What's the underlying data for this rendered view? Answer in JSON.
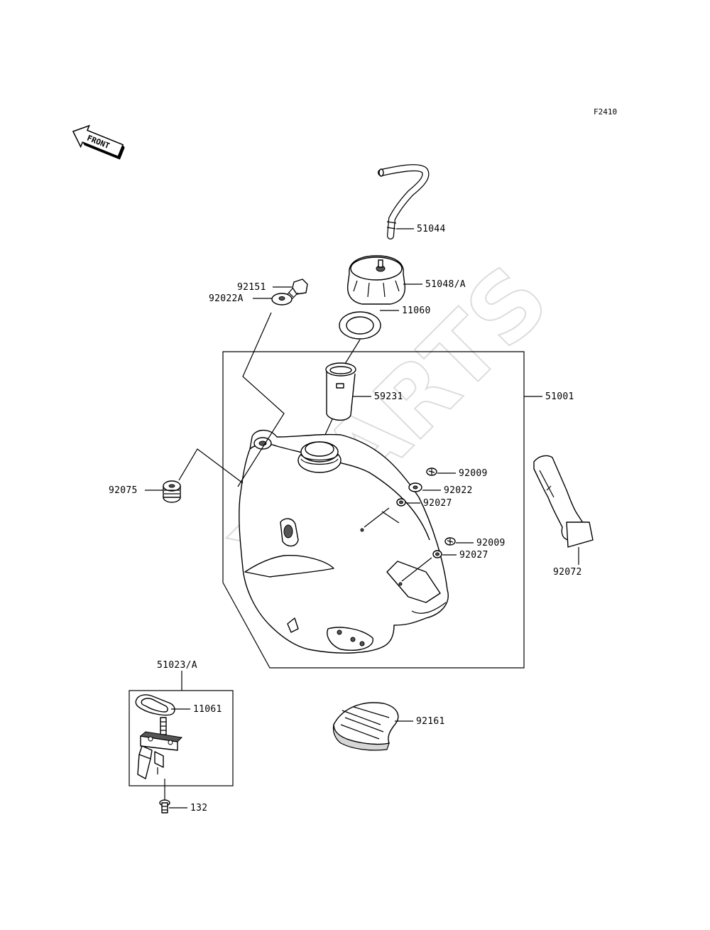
{
  "figure_code": "F2410",
  "front_label": "FRONT",
  "watermark": "XPARTS",
  "parts": {
    "p51044": "51044",
    "p51048A": "51048/A",
    "p92151": "92151",
    "p92022A": "92022A",
    "p11060": "11060",
    "p59231": "59231",
    "p51001": "51001",
    "p92075": "92075",
    "p92009a": "92009",
    "p92022": "92022",
    "p92027a": "92027",
    "p92009b": "92009",
    "p92027b": "92027",
    "p92072": "92072",
    "p51023A": "51023/A",
    "p11061": "11061",
    "p132": "132",
    "p92161": "92161"
  }
}
